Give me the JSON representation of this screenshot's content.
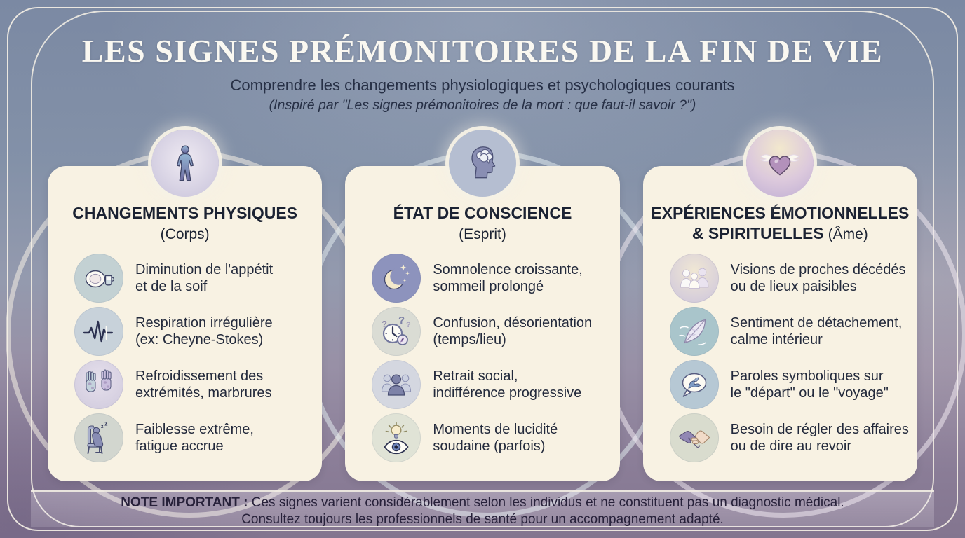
{
  "page": {
    "title": "LES SIGNES PRÉMONITOIRES DE LA FIN DE VIE",
    "subtitle": "Comprendre les changements physiologiques et psychologiques courants",
    "attribution": "(Inspiré par \"Les signes prémonitoires de la mort : que faut-il savoir ?\")"
  },
  "columns": [
    {
      "icon": "human-body-icon",
      "title": "CHANGEMENTS PHYSIQUES",
      "title_line2": "",
      "subtitle": "(Corps)",
      "items": [
        {
          "icon": "plate-cup-icon",
          "text": "Diminution de l'appétit\net de la soif"
        },
        {
          "icon": "breathing-waveform-icon",
          "text": "Respiration irrégulière\n(ex: Cheyne-Stokes)"
        },
        {
          "icon": "cold-hands-icon",
          "text": "Refroidissement des\nextrémités, marbrures"
        },
        {
          "icon": "sleeping-person-icon",
          "text": "Faiblesse extrême,\nfatigue accrue"
        }
      ]
    },
    {
      "icon": "head-brain-icon",
      "title": "ÉTAT DE CONSCIENCE",
      "title_line2": "",
      "subtitle": "(Esprit)",
      "items": [
        {
          "icon": "moon-stars-icon",
          "text": "Somnolence croissante,\nsommeil prolongé"
        },
        {
          "icon": "clock-disorientation-icon",
          "text": "Confusion, désorientation\n(temps/lieu)"
        },
        {
          "icon": "social-withdrawal-icon",
          "text": "Retrait social,\nindifférence progressive"
        },
        {
          "icon": "lucidity-eye-icon",
          "text": "Moments de lucidité\nsoudaine (parfois)"
        }
      ]
    },
    {
      "icon": "winged-heart-icon",
      "title": "EXPÉRIENCES ÉMOTIONNELLES",
      "title_line2": "& SPIRITUELLES",
      "subtitle": "(Âme)",
      "items": [
        {
          "icon": "spirit-figures-icon",
          "text": "Visions de proches décédés\nou de lieux paisibles"
        },
        {
          "icon": "feather-icon",
          "text": "Sentiment de détachement,\ncalme intérieur"
        },
        {
          "icon": "dove-speech-icon",
          "text": "Paroles symboliques sur\nle \"départ\" ou le \"voyage\""
        },
        {
          "icon": "handshake-icon",
          "text": "Besoin de régler des affaires\nou de dire au revoir"
        }
      ]
    }
  ],
  "footer": {
    "label": "NOTE IMPORTANT :",
    "line1": "Ces signes varient considérablement selon les individus et ne constituent pas un diagnostic médical.",
    "line2": "Consultez toujours les professionnels de santé pour un accompagnement adapté."
  },
  "colors": {
    "background_top": "#7b89a3",
    "background_bottom": "#83758f",
    "card_background": "#f8f2e3",
    "frame_line": "#f4efe5",
    "title_color": "#faf8f1",
    "text_dark": "#232a3c"
  }
}
